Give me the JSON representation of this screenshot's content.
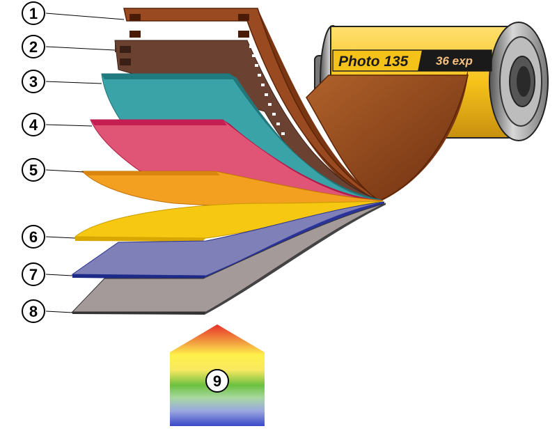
{
  "canister": {
    "brand": "Photo 135",
    "exposures": "36 exp"
  },
  "callouts": [
    {
      "number": "1"
    },
    {
      "number": "2"
    },
    {
      "number": "3"
    },
    {
      "number": "4"
    },
    {
      "number": "5"
    },
    {
      "number": "6"
    },
    {
      "number": "7"
    },
    {
      "number": "8"
    },
    {
      "number": "9"
    }
  ],
  "layer_colors": {
    "base_film": "#8b4a1c",
    "layer_2": "#6b4232",
    "layer_3": "#3aa3a8",
    "layer_4": "#e05575",
    "layer_5": "#f3a020",
    "layer_6": "#f6c812",
    "layer_7": "#7f80b8",
    "layer_8": "#a59a9a",
    "canister_yellow": "#f5c21a"
  }
}
